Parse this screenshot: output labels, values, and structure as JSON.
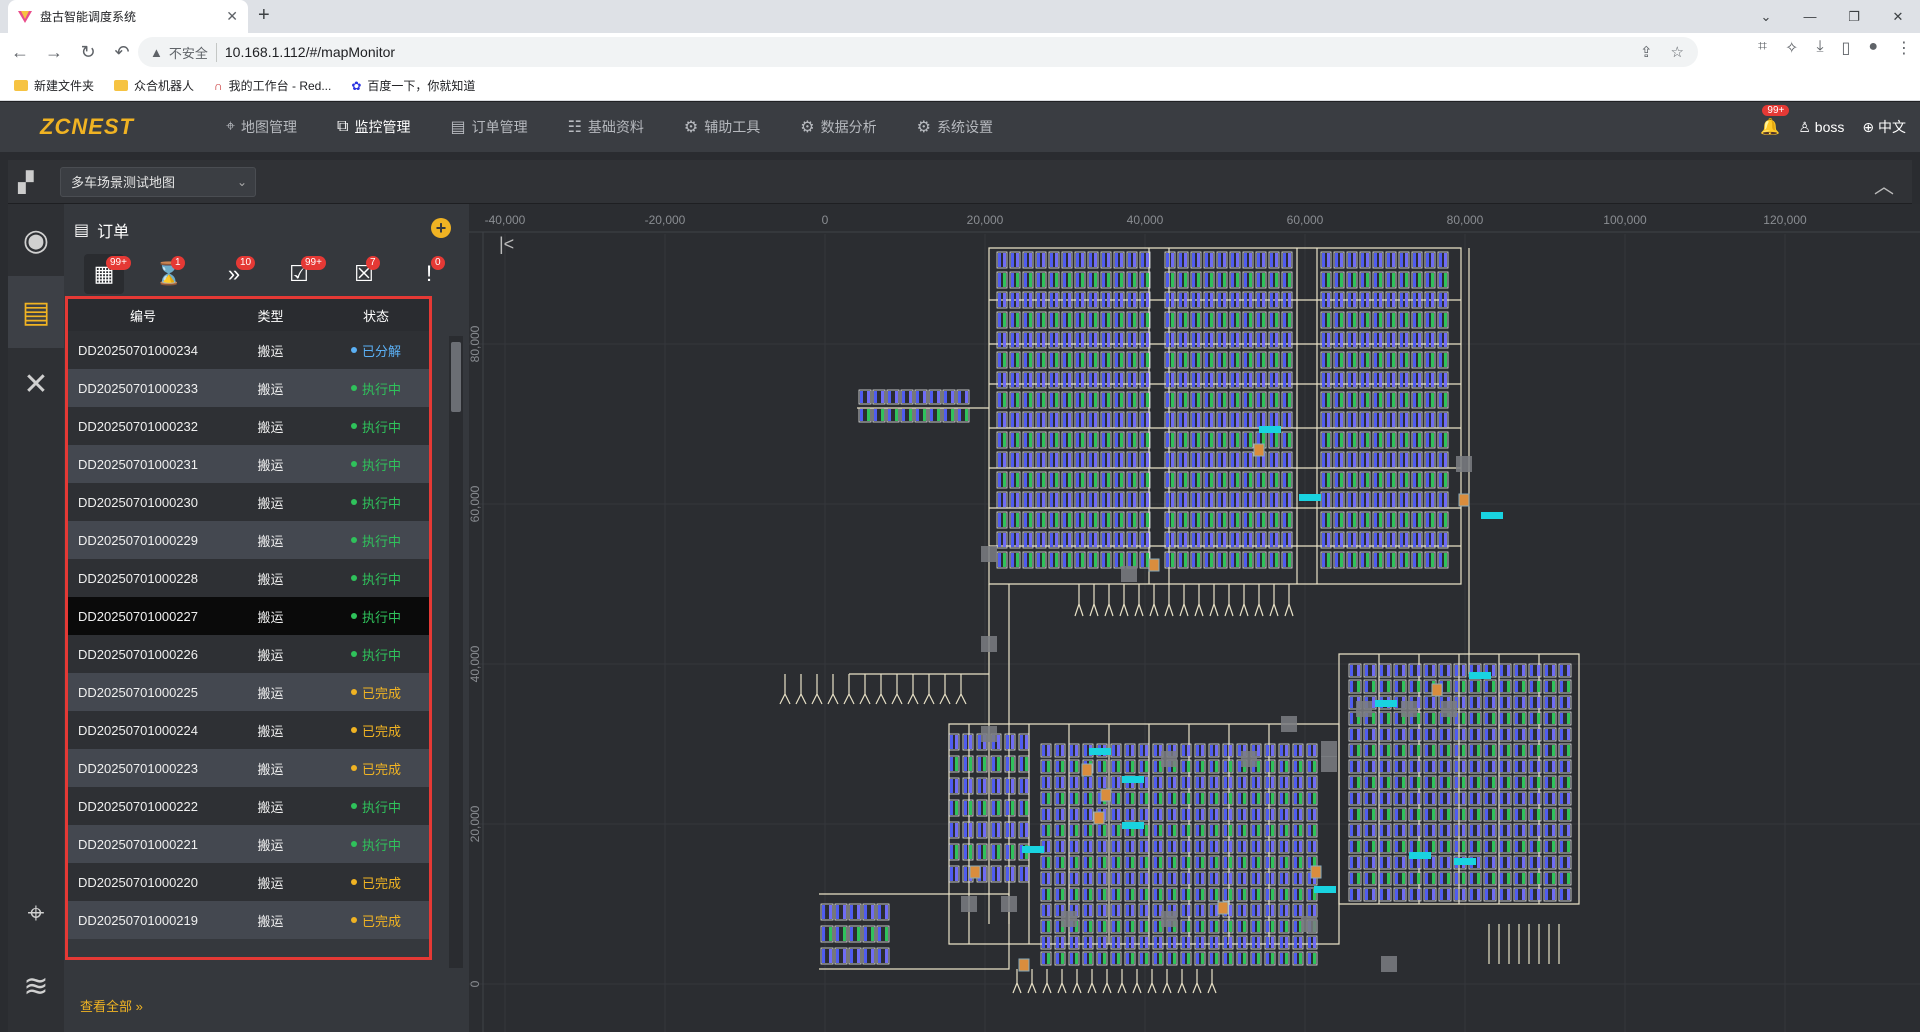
{
  "browser": {
    "tab_title": "盘古智能调度系统",
    "insecure_label": "不安全",
    "url": "10.168.1.112/#/mapMonitor",
    "bookmarks": [
      "新建文件夹",
      "众合机器人",
      "我的工作台 - Red...",
      "百度一下，你就知道"
    ]
  },
  "app": {
    "logo": "ZCNEST",
    "menu": [
      {
        "label": "地图管理",
        "icon": "location-icon"
      },
      {
        "label": "监控管理",
        "icon": "chart-icon",
        "active": true
      },
      {
        "label": "订单管理",
        "icon": "doc-icon"
      },
      {
        "label": "基础资料",
        "icon": "sliders-icon"
      },
      {
        "label": "辅助工具",
        "icon": "gear-icon"
      },
      {
        "label": "数据分析",
        "icon": "gear-icon"
      },
      {
        "label": "系统设置",
        "icon": "gear-icon"
      }
    ],
    "notification_badge": "99+",
    "user": "boss",
    "language": "中文"
  },
  "map_selector": {
    "value": "多车场景测试地图"
  },
  "orders_panel": {
    "title": "订单",
    "filters": [
      {
        "icon": "all-icon",
        "badge": "99+"
      },
      {
        "icon": "pending-icon",
        "badge": "1"
      },
      {
        "icon": "forward-icon",
        "badge": "10"
      },
      {
        "icon": "check-icon",
        "badge": "99+"
      },
      {
        "icon": "cancel-icon",
        "badge": "7"
      },
      {
        "icon": "exception-icon",
        "badge": "0"
      }
    ],
    "columns": [
      "编号",
      "类型",
      "状态"
    ],
    "rows": [
      {
        "id": "DD20250701000234",
        "type": "搬运",
        "status": "已分解",
        "color": "#5bb0f5"
      },
      {
        "id": "DD20250701000233",
        "type": "搬运",
        "status": "执行中",
        "color": "#2fc25b"
      },
      {
        "id": "DD20250701000232",
        "type": "搬运",
        "status": "执行中",
        "color": "#2fc25b"
      },
      {
        "id": "DD20250701000231",
        "type": "搬运",
        "status": "执行中",
        "color": "#2fc25b"
      },
      {
        "id": "DD20250701000230",
        "type": "搬运",
        "status": "执行中",
        "color": "#2fc25b"
      },
      {
        "id": "DD20250701000229",
        "type": "搬运",
        "status": "执行中",
        "color": "#2fc25b"
      },
      {
        "id": "DD20250701000228",
        "type": "搬运",
        "status": "执行中",
        "color": "#2fc25b"
      },
      {
        "id": "DD20250701000227",
        "type": "搬运",
        "status": "执行中",
        "color": "#2fc25b",
        "selected": true
      },
      {
        "id": "DD20250701000226",
        "type": "搬运",
        "status": "执行中",
        "color": "#2fc25b"
      },
      {
        "id": "DD20250701000225",
        "type": "搬运",
        "status": "已完成",
        "color": "#f0b323"
      },
      {
        "id": "DD20250701000224",
        "type": "搬运",
        "status": "已完成",
        "color": "#f0b323"
      },
      {
        "id": "DD20250701000223",
        "type": "搬运",
        "status": "已完成",
        "color": "#f0b323"
      },
      {
        "id": "DD20250701000222",
        "type": "搬运",
        "status": "执行中",
        "color": "#2fc25b"
      },
      {
        "id": "DD20250701000221",
        "type": "搬运",
        "status": "执行中",
        "color": "#2fc25b"
      },
      {
        "id": "DD20250701000220",
        "type": "搬运",
        "status": "已完成",
        "color": "#f0b323"
      },
      {
        "id": "DD20250701000219",
        "type": "搬运",
        "status": "已完成",
        "color": "#f0b323"
      }
    ],
    "view_all": "查看全部"
  },
  "map": {
    "x_axis_labels": [
      "-40,000",
      "-20,000",
      "0",
      "20,000",
      "40,000",
      "60,000",
      "80,000",
      "100,000",
      "120,000"
    ],
    "y_axis_labels": [
      "80,000",
      "60,000",
      "40,000",
      "20,000",
      "0"
    ]
  }
}
